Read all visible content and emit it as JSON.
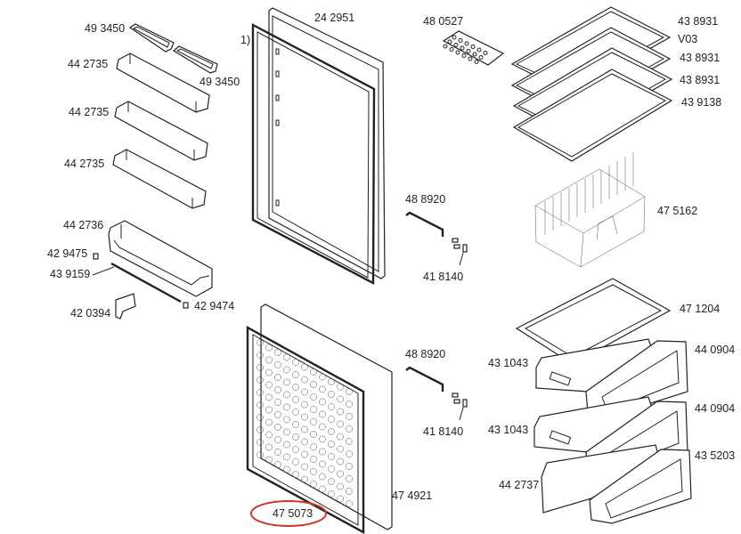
{
  "title": "Refrigerator spare parts exploded diagram",
  "highlight_color": "#d0342c",
  "labels": {
    "egg_tray_top_left": "49 3450",
    "egg_tray_top_right": "49 3450",
    "door_shelf_1": "44 2735",
    "door_shelf_2": "44 2735",
    "door_shelf_3": "44 2735",
    "bottle_shelf": "44 2736",
    "clip_upper": "42 9475",
    "bottle_rail": "43 9159",
    "bottle_holder": "42 0394",
    "clip_lower": "42 9474",
    "upper_door": "24 2951",
    "footnote_marker": "1)",
    "ice_tray": "48 0527",
    "glass_shelf_1": "43 8931",
    "glass_shelf_1_variant": "V03",
    "glass_shelf_2": "43 8931",
    "glass_shelf_3": "43 8931",
    "glass_shelf_4": "43 9138",
    "handle_upper": "48 8920",
    "handle_cap_upper": "41 8140",
    "crisper_box": "47 5162",
    "crisper_cover": "47 1204",
    "handle_lower": "48 8920",
    "handle_cap_lower": "41 8140",
    "drawer_front_1": "44 0904",
    "drawer_front_2": "44 0904",
    "drawer_front_3": "43 5203",
    "drawer_1": "43 1043",
    "drawer_2": "43 1043",
    "drawer_3": "44 2737",
    "lower_door": "47 4921",
    "lower_door_gasket": "47 5073"
  }
}
